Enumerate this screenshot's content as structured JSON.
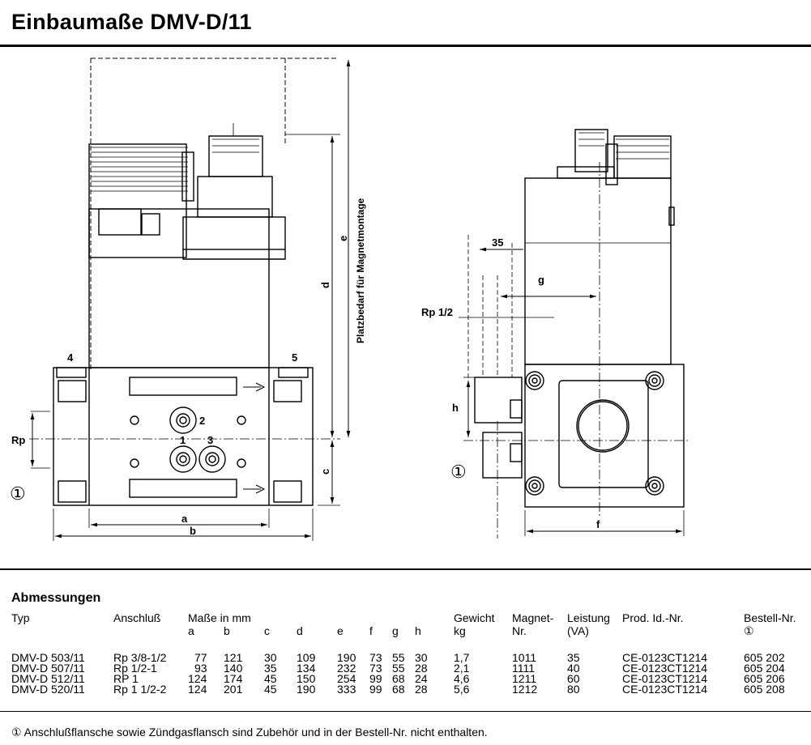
{
  "title": "Einbaumaße DMV-D/11",
  "drawing_labels": {
    "left_view": {
      "marker_4": "4",
      "marker_5": "5",
      "rp": "Rp",
      "circled_1": "①",
      "port_1": "1",
      "port_2": "2",
      "port_3": "3",
      "dim_a": "a",
      "dim_b": "b",
      "dim_c": "c",
      "dim_d": "d",
      "dim_e": "e",
      "vertical_note": "Platzbedarf für Magnetmontage"
    },
    "right_view": {
      "dim_35": "35",
      "dim_g": "g",
      "rp_half": "Rp 1/2",
      "dim_h": "h",
      "circled_1": "①",
      "dim_f": "f"
    }
  },
  "table": {
    "section_title": "Abmessungen",
    "headers": {
      "typ": "Typ",
      "anschluss": "Anschluß",
      "masse": "Maße in mm",
      "a": "a",
      "b": "b",
      "c": "c",
      "d": "d",
      "e": "e",
      "f": "f",
      "g": "g",
      "h": "h",
      "gewicht_1": "Gewicht",
      "gewicht_2": "kg",
      "magnet_1": "Magnet-",
      "magnet_2": "Nr.",
      "leistung_1": "Leistung",
      "leistung_2": "(VA)",
      "prod": "Prod. Id.-Nr.",
      "bestell_1": "Bestell-Nr.",
      "bestell_2": "①"
    },
    "rows": [
      {
        "typ": "DMV-D 503/11",
        "anschluss": "Rp 3/8-1/2",
        "a": "77",
        "b": "121",
        "c": "30",
        "d": "109",
        "e": "190",
        "f": "73",
        "g": "55",
        "h": "30",
        "gewicht": "1,7",
        "magnet": "1011",
        "leistung": "35",
        "prod": "CE-0123CT1214",
        "bestell": "605 202"
      },
      {
        "typ": "DMV-D 507/11",
        "anschluss": "Rp 1/2-1",
        "a": "93",
        "b": "140",
        "c": "35",
        "d": "134",
        "e": "232",
        "f": "73",
        "g": "55",
        "h": "28",
        "gewicht": "2,1",
        "magnet": "1111",
        "leistung": "40",
        "prod": "CE-0123CT1214",
        "bestell": "605 204"
      },
      {
        "typ": "DMV-D 512/11",
        "anschluss": "RP 1",
        "a": "124",
        "b": "174",
        "c": "45",
        "d": "150",
        "e": "254",
        "f": "99",
        "g": "68",
        "h": "24",
        "gewicht": "4,6",
        "magnet": "1211",
        "leistung": "60",
        "prod": "CE-0123CT1214",
        "bestell": "605 206"
      },
      {
        "typ": "DMV-D 520/11",
        "anschluss": "Rp 1 1/2-2",
        "a": "124",
        "b": "201",
        "c": "45",
        "d": "190",
        "e": "333",
        "f": "99",
        "g": "68",
        "h": "28",
        "gewicht": "5,6",
        "magnet": "1212",
        "leistung": "80",
        "prod": "CE-0123CT1214",
        "bestell": "605 208"
      }
    ]
  },
  "footnote": "① Anschlußflansche sowie Zündgasflansch sind Zubehör und in der Bestell-Nr. nicht enthalten."
}
